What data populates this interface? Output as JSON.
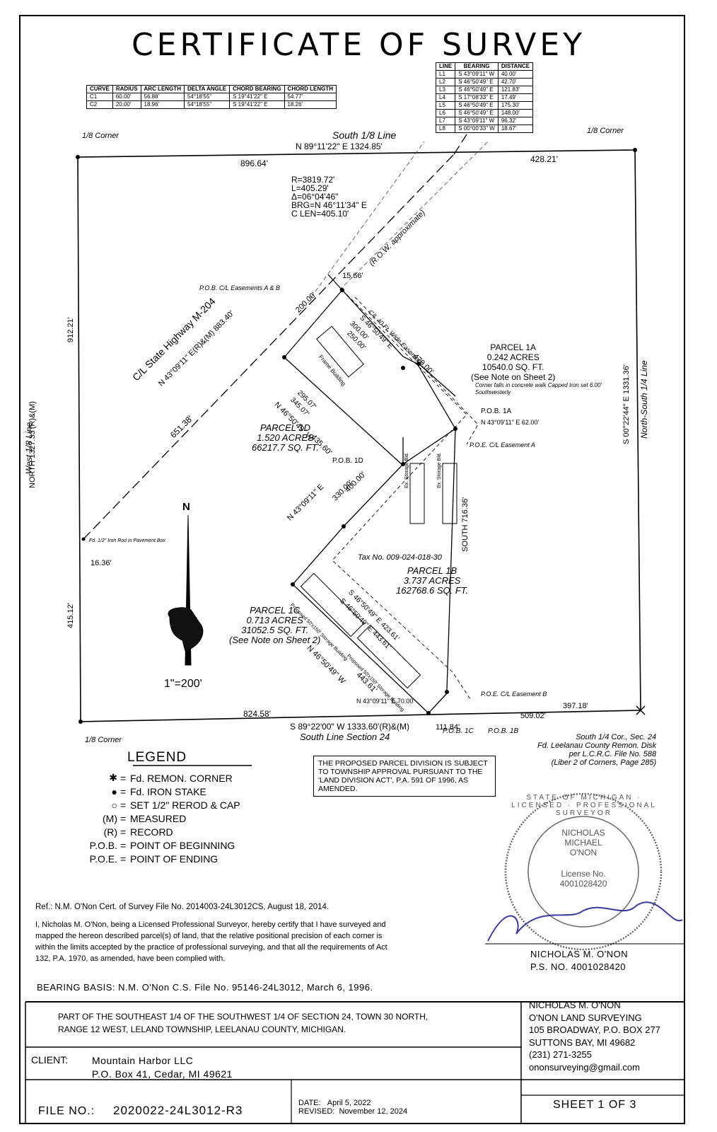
{
  "title": "CERTIFICATE OF SURVEY",
  "curve_table": {
    "headers": [
      "CURVE",
      "RADIUS",
      "ARC LENGTH",
      "DELTA ANGLE",
      "CHORD BEARING",
      "CHORD LENGTH"
    ],
    "rows": [
      [
        "C1",
        "60.00'",
        "56.88'",
        "54°18'55\"",
        "S 19°41'22\" E",
        "54.77'"
      ],
      [
        "C2",
        "20.00'",
        "18.96'",
        "54°18'55\"",
        "S 19°41'22\" E",
        "18.26'"
      ]
    ]
  },
  "line_table": {
    "headers": [
      "LINE",
      "BEARING",
      "DISTANCE"
    ],
    "rows": [
      [
        "L1",
        "S 43°09'11\" W",
        "40.00'"
      ],
      [
        "L2",
        "S 46°50'49\" E",
        "42.70'"
      ],
      [
        "L3",
        "S 46°50'49\" E",
        "121.83'"
      ],
      [
        "L4",
        "S 17°08'33\" E",
        "17.49'"
      ],
      [
        "L5",
        "S 46°50'49\" E",
        "175.30'"
      ],
      [
        "L6",
        "S 46°50'49\" E",
        "148.00'"
      ],
      [
        "L7",
        "S 43°09'11\" W",
        "96.32'"
      ],
      [
        "L8",
        "S 00°00'33\" W",
        "18.67'"
      ]
    ]
  },
  "map": {
    "corner_nw": "1/8 Corner",
    "corner_ne": "1/8 Corner",
    "corner_sw": "1/8 Corner",
    "south_eighth_line": "South 1/8 Line",
    "north_bearing": "N 89°11'22\" E  1324.85'",
    "north_left_dist": "896.64'",
    "north_right_dist": "428.21'",
    "curve_data": [
      "R=3819.72'",
      "L=405.29'",
      "Δ=06°04'46\"",
      "BRG=N 46°11'34\" E",
      "C LEN=405.10'"
    ],
    "row_approx": "(R.O.W. approximate)",
    "highway_label": "C/L State Highway M-204",
    "highway_bearing": "N 43°09'11\" E(R)&(M)  883.40'",
    "highway_dist_1": "651.38'",
    "dist_15_66": "15.66'",
    "dist_200": "200.00'",
    "pob_easements": "P.O.B. C/L Easements A & B",
    "easement_label": "C/L 40 Ft. Wide Easement",
    "easement_bearing": "S 46°50'49\" E",
    "easement_d1": "300.00'",
    "easement_d2": "250.00'",
    "easement_d3": "470.00'",
    "west_1_8_line": "West 1/8 Line",
    "west_bearing": "NORTH  1327.33'(R)&(M)",
    "west_dist_1": "912.21'",
    "west_dist_2": "415.12'",
    "west_dist_3": "16.36'",
    "iron_rod": "Fd. 1/2\" Iron Rod in Pavement Box",
    "parcel_1a": [
      "PARCEL 1A",
      "0.242 ACRES",
      "10540.0 SQ. FT.",
      "(See Note on Sheet 2)"
    ],
    "corner_note": "Corner falls in concrete walk Capped Iron set 6.00' Southwesterly",
    "pob_1a": "P.O.B. 1A",
    "pob_1a_bearing": "N 43°09'11\" E  62.00'",
    "poe_a": "P.O.E. C/L Easement A",
    "parcel_1d": [
      "PARCEL 1D",
      "1.520 ACRES",
      "66217.7 SQ. FT."
    ],
    "pob_1d": "P.O.B. 1D",
    "d1_bearing": "N 46°50'49\" W",
    "d1_dists": [
      "295.07'",
      "345.07'",
      "435.60'"
    ],
    "east_line": "North-South 1/4 Line",
    "east_bearing": "S 00°22'44\" E  1331.36'",
    "tax_no": "Tax No. 009-024-018-30",
    "parcel_1b": [
      "PARCEL 1B",
      "3.737 ACRES",
      "162768.6 SQ. FT."
    ],
    "south_716": "SOUTH  716.36'",
    "b_bearing": "N 43°09'11\" E",
    "b_dists": [
      "400.00'",
      "330.00'"
    ],
    "parcel_1c": [
      "PARCEL 1C",
      "0.713 ACRES",
      "31052.5 SQ. FT.",
      "(See Note on Sheet 2)"
    ],
    "c_bearing": "N 46°50'49\" W",
    "c_dist": "443.61'",
    "c_se": [
      "S 46°50'49\" E  423.61'",
      "S 46°50'49\" E  443.61'"
    ],
    "poe_b": "P.O.E. C/L Easement B",
    "c_small": "N 43°09'11\" E  70.00'",
    "south_dist_left": "824.58'",
    "south_dist_111": "111.84'",
    "south_dist_397": "397.18'",
    "south_dist_509": "509.02'",
    "south_bearing": "S 89°22'00\" W   1333.60'(R)&(M)",
    "south_line": "South Line Section 24",
    "pob_1c": "P.O.B. 1C",
    "pob_1b": "P.O.B. 1B",
    "quarter_corner": [
      "South 1/4 Cor., Sec. 24",
      "Fd. Leelanau County Remon. Disk",
      "per L.C.R.C. File No. 588",
      "(Liber 2 of Corners, Page 285)"
    ],
    "scale": "1\"=200'",
    "north": "N",
    "frame_building": "Frame Building",
    "storage_bld": "Ex. Storage Bld.",
    "proposed_storage": "Proposed 50'x150' Storage Building"
  },
  "legend": {
    "title": "LEGEND",
    "items": [
      {
        "sym": "✱",
        "text": "Fd. REMON. CORNER"
      },
      {
        "sym": "●",
        "text": "Fd. IRON STAKE"
      },
      {
        "sym": "○",
        "text": "SET 1/2\" REROD & CAP"
      },
      {
        "sym": "(M)",
        "text": "MEASURED"
      },
      {
        "sym": "(R)",
        "text": "RECORD"
      },
      {
        "sym": "P.O.B.",
        "text": "POINT OF BEGINNING"
      },
      {
        "sym": "P.O.E.",
        "text": "POINT OF ENDING"
      }
    ]
  },
  "notice": "THE PROPOSED PARCEL DIVISION IS SUBJECT TO TOWNSHIP APPROVAL PURSUANT TO THE 'LAND DIVISION ACT', P.A. 591 OF 1996, AS AMENDED.",
  "seal": {
    "ring": "STATE OF MICHIGAN · LICENSED · PROFESSIONAL SURVEYOR",
    "name": [
      "NICHOLAS",
      "MICHAEL",
      "O'NON"
    ],
    "license": [
      "License No.",
      "4001028420"
    ]
  },
  "reference": "Ref.: N.M. O'Non Cert. of Survey File No. 2014003-24L3012CS, August 18, 2014.",
  "certification": "I, Nicholas M. O'Non, being a Licensed Professional Surveyor, hereby certify that I have surveyed and mapped the hereon described parcel(s) of land, that the relative positional precision of each corner is within the limits accepted by the practice of professional surveying, and that all the requirements of Act 132, P.A. 1970, as amended, have been complied with.",
  "bearing_basis": "BEARING BASIS: N.M. O'Non C.S. File No. 95146-24L3012, March 6, 1996.",
  "signer": [
    "NICHOLAS M. O'NON",
    "P.S. NO. 4001028420"
  ],
  "title_block": {
    "description": [
      "PART OF THE SOUTHEAST 1/4 OF THE SOUTHWEST 1/4 OF SECTION 24, TOWN 30 NORTH,",
      "RANGE 12 WEST, LELAND TOWNSHIP, LEELANAU COUNTY, MICHIGAN."
    ],
    "firm": [
      "NICHOLAS M. O'NON",
      "O'NON LAND SURVEYING",
      "105 BROADWAY, P.O. BOX 277",
      "SUTTONS BAY, MI  49682",
      "(231) 271-3255",
      "ononsurveying@gmail.com"
    ],
    "client_label": "CLIENT:",
    "client": [
      "Mountain Harbor LLC",
      "P.O. Box 41, Cedar, MI   49621"
    ],
    "file_label": "FILE NO.:",
    "file_no": "2020022-24L3012-R3",
    "date_label": "DATE:",
    "date": "April 5, 2022",
    "revised_label": "REVISED:",
    "revised": "November 12, 2024",
    "sheet": "SHEET  1  OF  3"
  }
}
